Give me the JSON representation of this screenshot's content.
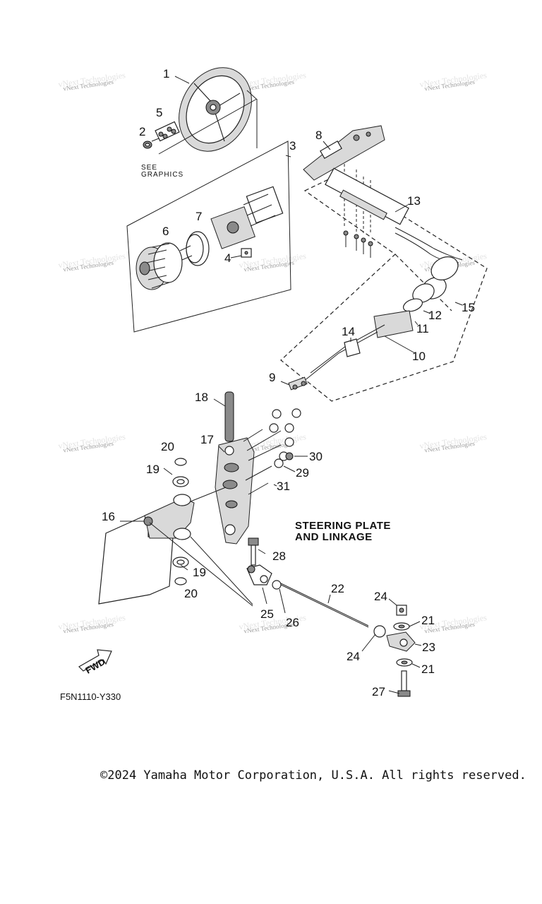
{
  "diagram": {
    "title_line1": "STEERING PLATE",
    "title_line2": "AND LINKAGE",
    "see_graphics_line1": "SEE",
    "see_graphics_line2": "GRAPHICS",
    "fwd_label": "FWD",
    "drawing_code": "F5N1110-Y330",
    "watermark": "vNext Technologies",
    "copyright": "©2024 Yamaha Motor Corporation, U.S.A. All rights reserved."
  },
  "callouts": [
    "1",
    "2",
    "3",
    "4",
    "5",
    "6",
    "7",
    "8",
    "9",
    "10",
    "11",
    "12",
    "13",
    "14",
    "15",
    "16",
    "17",
    "18",
    "19",
    "19",
    "20",
    "20",
    "21",
    "21",
    "22",
    "23",
    "24",
    "24",
    "25",
    "26",
    "27",
    "28",
    "29",
    "30",
    "31"
  ]
}
